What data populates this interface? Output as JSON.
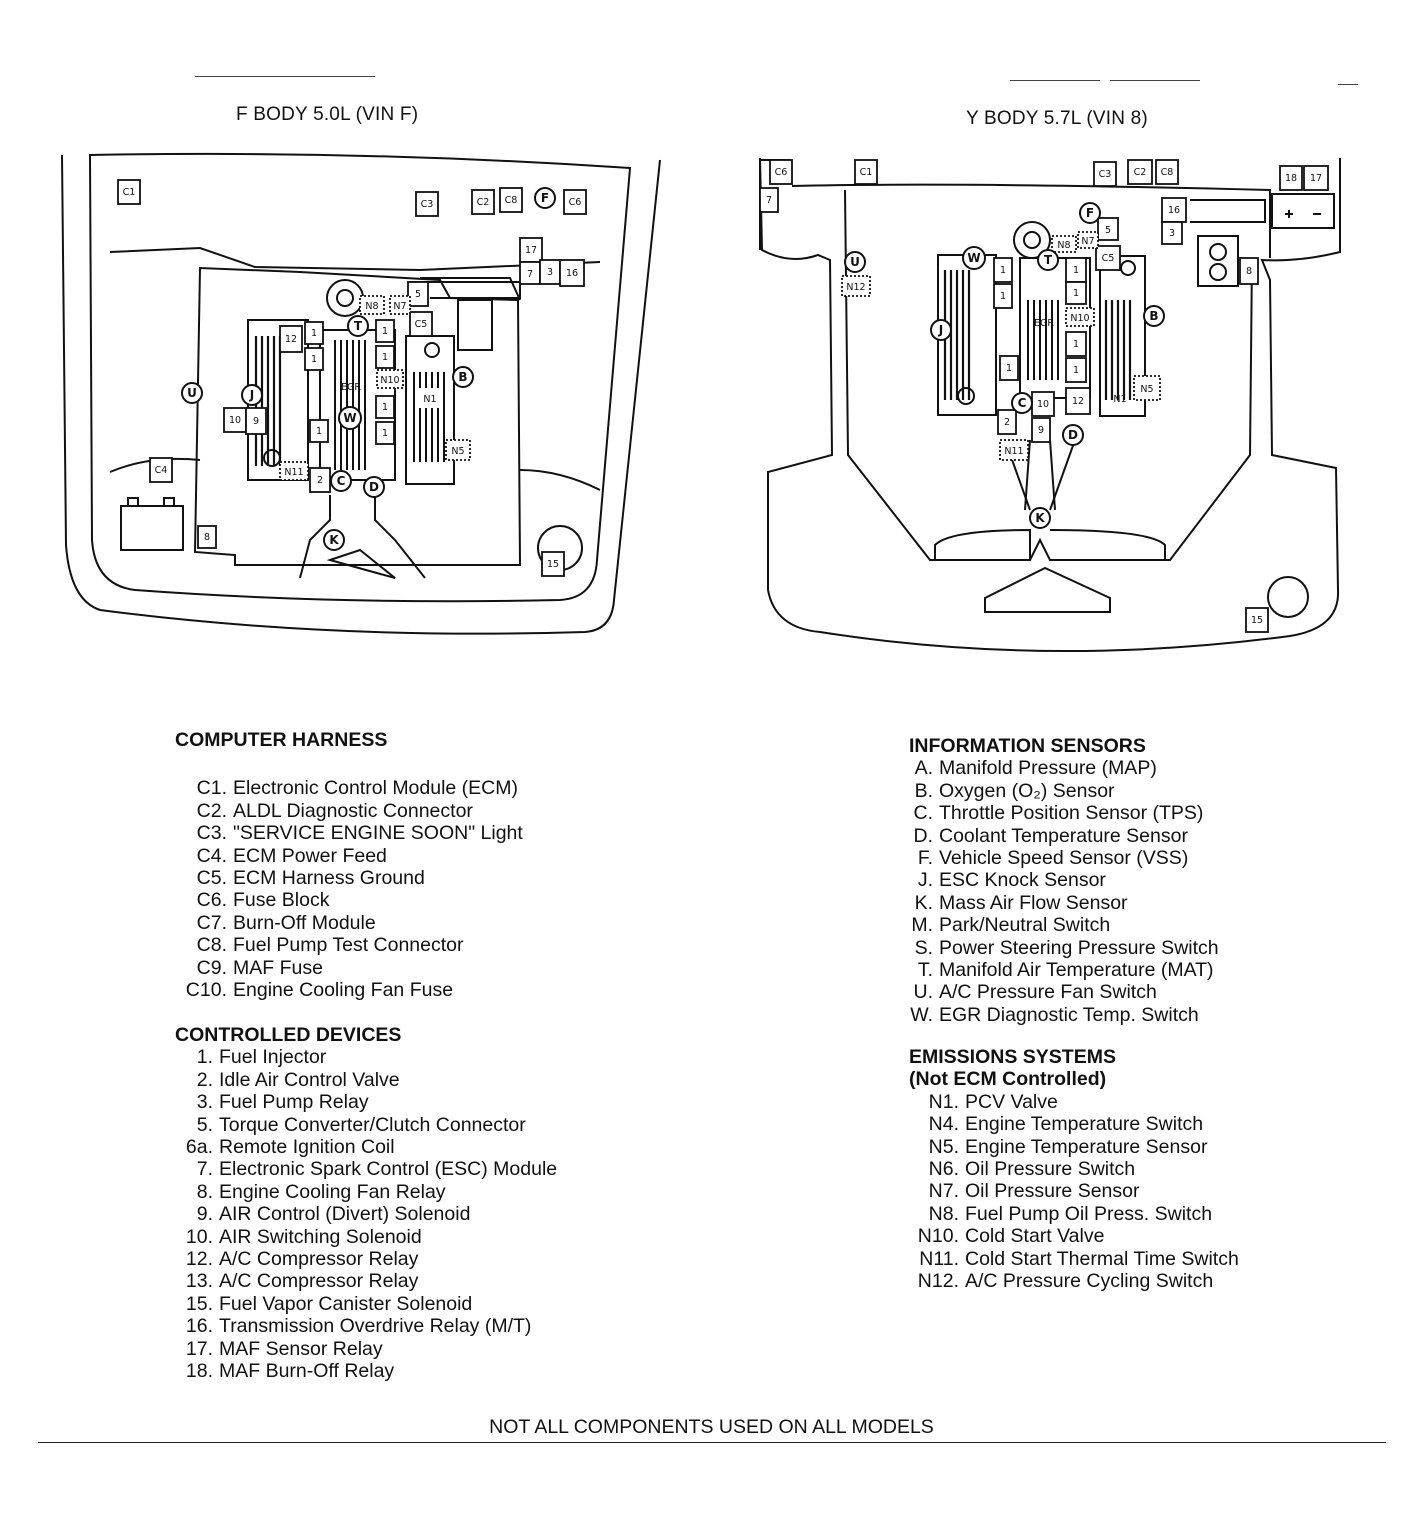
{
  "diagrams": {
    "left_title": "F BODY 5.0L (VIN F)",
    "right_title": "Y BODY 5.7L (VIN 8)",
    "left_labels": {
      "c1": "C1",
      "c3": "C3",
      "c2": "C2",
      "c8": "C8",
      "c6": "C6",
      "c5": "C5",
      "c4": "C4",
      "n8": "N8",
      "n7": "N7",
      "n10": "N10",
      "n1": "N1",
      "n5": "N5",
      "n11": "N11",
      "egr": "EGR",
      "r17": "17",
      "r7": "7",
      "r3": "3",
      "r16": "16",
      "r5": "5",
      "r12": "12",
      "r1a": "1",
      "r1b": "1",
      "r1c": "1",
      "r1d": "1",
      "r1e": "1",
      "r1f": "1",
      "r1g": "1",
      "r10": "10",
      "r9": "9",
      "r2": "2",
      "r8": "8",
      "r15": "15",
      "F": "F",
      "T": "T",
      "B": "B",
      "U": "U",
      "J": "J",
      "W": "W",
      "C": "C",
      "D": "D",
      "K": "K"
    },
    "right_labels": {
      "c6": "C6",
      "c1": "C1",
      "c3": "C3",
      "c2": "C2",
      "c8": "C8",
      "c5": "C5",
      "n8": "N8",
      "n7": "N7",
      "n10": "N10",
      "n12": "N12",
      "n1": "N1",
      "n5": "N5",
      "n11": "N11",
      "egr": "EGR",
      "r7": "7",
      "r18": "18",
      "r17": "17",
      "r16": "16",
      "r3": "3",
      "r5": "5",
      "r8": "8",
      "r1a": "1",
      "r1b": "1",
      "r1c": "1",
      "r1d": "1",
      "r1e": "1",
      "r1f": "1",
      "r10": "10",
      "r12": "12",
      "r2": "2",
      "r9": "9",
      "r15": "15",
      "F": "F",
      "U": "U",
      "W": "W",
      "T": "T",
      "J": "J",
      "B": "B",
      "C": "C",
      "D": "D",
      "K": "K"
    }
  },
  "computer_harness": {
    "title": "COMPUTER HARNESS",
    "items": [
      {
        "code": "C1.",
        "text": "Electronic Control Module (ECM)"
      },
      {
        "code": "C2.",
        "text": "ALDL Diagnostic Connector"
      },
      {
        "code": "C3.",
        "text": "\"SERVICE ENGINE SOON\" Light"
      },
      {
        "code": "C4.",
        "text": "ECM Power Feed"
      },
      {
        "code": "C5.",
        "text": "ECM Harness Ground"
      },
      {
        "code": "C6.",
        "text": "Fuse Block"
      },
      {
        "code": "C7.",
        "text": "Burn-Off Module"
      },
      {
        "code": "C8.",
        "text": "Fuel Pump Test Connector"
      },
      {
        "code": "C9.",
        "text": "MAF Fuse"
      },
      {
        "code": "C10.",
        "text": "Engine Cooling Fan Fuse"
      }
    ]
  },
  "controlled_devices": {
    "title": "CONTROLLED DEVICES",
    "items": [
      {
        "code": "1.",
        "text": "Fuel Injector"
      },
      {
        "code": "2.",
        "text": "Idle Air Control Valve"
      },
      {
        "code": "3.",
        "text": "Fuel Pump Relay"
      },
      {
        "code": "5.",
        "text": "Torque Converter/Clutch Connector"
      },
      {
        "code": "6a.",
        "text": "Remote Ignition Coil"
      },
      {
        "code": "7.",
        "text": "Electronic Spark Control (ESC) Module"
      },
      {
        "code": "8.",
        "text": "Engine Cooling Fan Relay"
      },
      {
        "code": "9.",
        "text": "AIR Control (Divert) Solenoid"
      },
      {
        "code": "10.",
        "text": "AIR Switching Solenoid"
      },
      {
        "code": "12.",
        "text": "A/C Compressor Relay"
      },
      {
        "code": "13.",
        "text": "A/C Compressor Relay"
      },
      {
        "code": "15.",
        "text": "Fuel Vapor Canister Solenoid"
      },
      {
        "code": "16.",
        "text": "Transmission Overdrive Relay (M/T)"
      },
      {
        "code": "17.",
        "text": "MAF Sensor Relay"
      },
      {
        "code": "18.",
        "text": "MAF Burn-Off Relay"
      }
    ]
  },
  "information_sensors": {
    "title": "INFORMATION SENSORS",
    "items": [
      {
        "code": "A.",
        "text": "Manifold Pressure (MAP)"
      },
      {
        "code": "B.",
        "text": "Oxygen (O₂) Sensor"
      },
      {
        "code": "C.",
        "text": "Throttle Position Sensor (TPS)"
      },
      {
        "code": "D.",
        "text": "Coolant Temperature Sensor"
      },
      {
        "code": "F.",
        "text": "Vehicle Speed Sensor (VSS)"
      },
      {
        "code": "J.",
        "text": "ESC Knock Sensor"
      },
      {
        "code": "K.",
        "text": "Mass Air Flow Sensor"
      },
      {
        "code": "M.",
        "text": "Park/Neutral Switch"
      },
      {
        "code": "S.",
        "text": "Power Steering Pressure Switch"
      },
      {
        "code": "T.",
        "text": "Manifold Air Temperature (MAT)"
      },
      {
        "code": "U.",
        "text": "A/C Pressure Fan Switch"
      },
      {
        "code": "W.",
        "text": "EGR Diagnostic Temp. Switch"
      }
    ]
  },
  "emissions_systems": {
    "title": "EMISSIONS SYSTEMS",
    "subtitle": "(Not ECM Controlled)",
    "items": [
      {
        "code": "N1.",
        "text": "PCV Valve"
      },
      {
        "code": "N4.",
        "text": "Engine Temperature Switch"
      },
      {
        "code": "N5.",
        "text": "Engine Temperature Sensor"
      },
      {
        "code": "N6.",
        "text": "Oil Pressure Switch"
      },
      {
        "code": "N7.",
        "text": "Oil Pressure Sensor"
      },
      {
        "code": "N8.",
        "text": "Fuel Pump Oil Press. Switch"
      },
      {
        "code": "N10.",
        "text": "Cold Start Valve"
      },
      {
        "code": "N11.",
        "text": "Cold Start Thermal Time Switch"
      },
      {
        "code": "N12.",
        "text": "A/C Pressure Cycling Switch"
      }
    ]
  },
  "footer": "NOT ALL COMPONENTS USED ON ALL MODELS"
}
